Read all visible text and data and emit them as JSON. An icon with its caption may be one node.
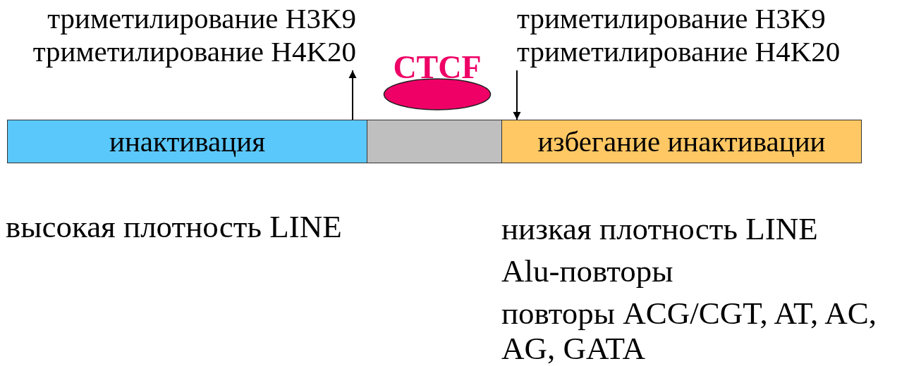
{
  "diagram": {
    "nodes": [
      {
        "text": [
          "триметилирование H3K9",
          "триметилирование H4K20"
        ]
      },
      {
        "text": [
          "CTCF"
        ]
      },
      {
        "text": [
          "триметилирование H3K9",
          "триметилирование H4K20"
        ]
      },
      {
        "text": [
          "инактивация"
        ]
      },
      {
        "text": [],
        "shape": "box"
      },
      {
        "text": [
          "избегание инактивации"
        ]
      }
    ],
    "edges": [
      {
        "from": 3,
        "to": 0,
        "arrow": "to"
      },
      {
        "from": 2,
        "to": 5,
        "arrow": "to"
      }
    ],
    "labels": [
      "высокая плотность LINE",
      "низкая плотность LINE",
      "Alu-повторы",
      "повторы ACG/CGT, AT, AC, AG, GATA"
    ]
  }
}
